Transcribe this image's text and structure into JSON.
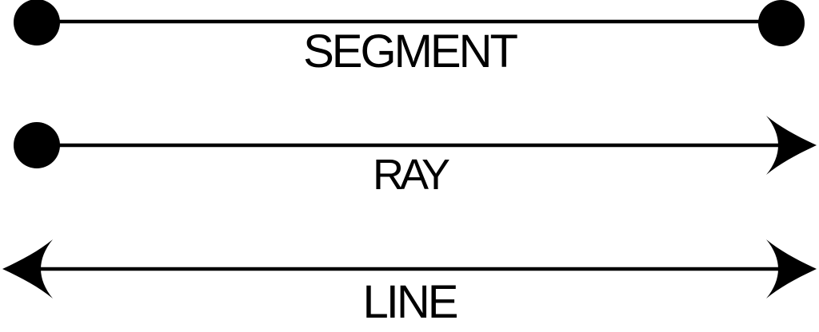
{
  "diagram": {
    "background_color": "#ffffff",
    "ink_color": "#000000",
    "rows": [
      {
        "label": "SEGMENT",
        "left_terminator": "endpoint-dot",
        "right_terminator": "endpoint-dot"
      },
      {
        "label": "RAY",
        "left_terminator": "endpoint-dot",
        "right_terminator": "arrowhead"
      },
      {
        "label": "LINE",
        "left_terminator": "arrowhead",
        "right_terminator": "arrowhead"
      }
    ]
  }
}
